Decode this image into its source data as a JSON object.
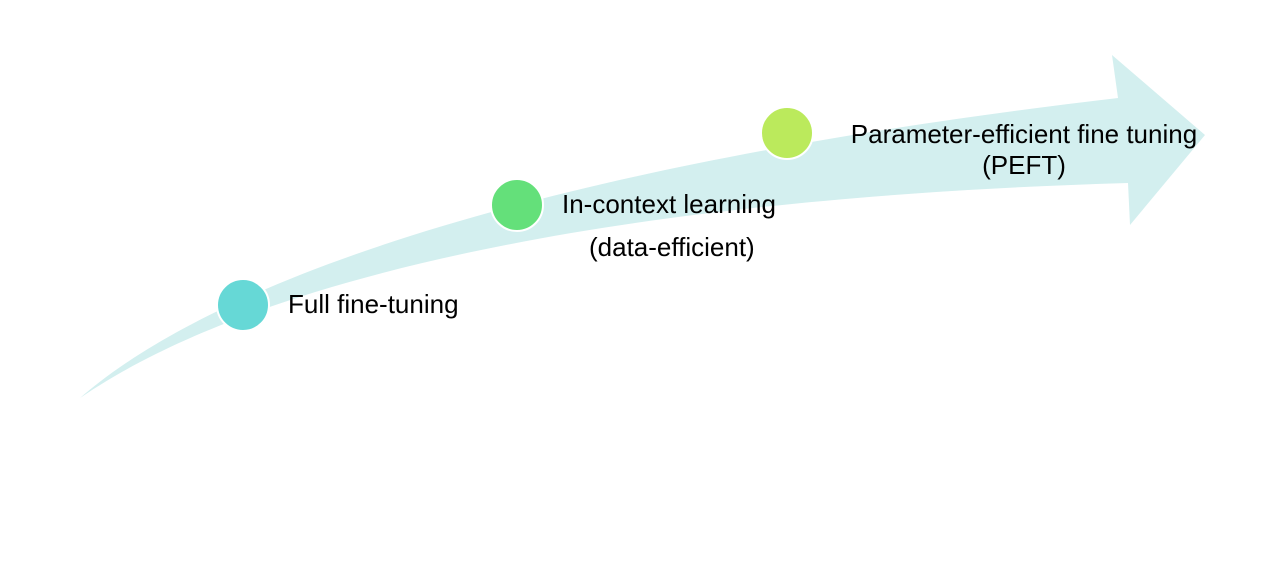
{
  "colors": {
    "arrow": "#d3efef",
    "stage1": "#66d8d6",
    "stage2": "#64e07a",
    "stage3": "#bbea5c"
  },
  "stages": [
    {
      "label": "Full fine-tuning",
      "sub": ""
    },
    {
      "label": "In-context learning",
      "sub": "(data-efficient)"
    },
    {
      "label": "Parameter-efficient fine tuning",
      "sub": "(PEFT)"
    }
  ]
}
